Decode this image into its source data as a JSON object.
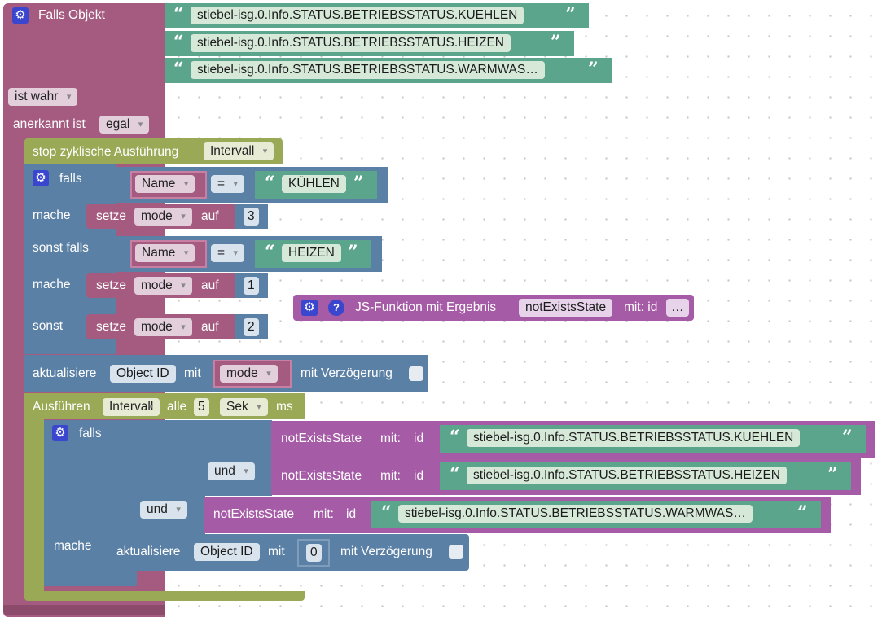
{
  "trigger": {
    "title": "Falls Objekt",
    "ids": [
      "stiebel-isg.0.Info.STATUS.BETRIEBSSTATUS.KUEHLEN",
      "stiebel-isg.0.Info.STATUS.BETRIEBSSTATUS.HEIZEN",
      "stiebel-isg.0.Info.STATUS.BETRIEBSSTATUS.WARMWAS…"
    ],
    "condition_value": "ist wahr",
    "ack_label": "anerkannt ist",
    "ack_value": "egal"
  },
  "stop_block": {
    "label": "stop zyklische Ausführung",
    "timer": "Intervall"
  },
  "if_block": {
    "falls": "falls",
    "mache": "mache",
    "sonst_falls": "sonst falls",
    "sonst": "sonst",
    "cond_var": "Name",
    "op": "=",
    "cmp1": "KÜHLEN",
    "cmp2": "HEIZEN",
    "set_label": "setze",
    "set_var": "mode",
    "auf": "auf",
    "val1": "3",
    "val2": "1",
    "val3": "2"
  },
  "js_function": {
    "label": "JS-Funktion mit Ergebnis",
    "name": "notExistsState",
    "mit": "mit: id",
    "more": "…"
  },
  "update1": {
    "label": "aktualisiere",
    "id": "Object ID",
    "mit": "mit",
    "var": "mode",
    "delay": "mit Verzögerung"
  },
  "interval": {
    "label": "Ausführen",
    "timer": "Intervall",
    "alle": "alle",
    "amount": "5",
    "unit": "Sek",
    "ms": "ms"
  },
  "inner_if": {
    "falls": "falls",
    "mache": "mache",
    "und": "und",
    "fn": "notExistsState",
    "mit": "mit:",
    "id": "id",
    "ids": [
      "stiebel-isg.0.Info.STATUS.BETRIEBSSTATUS.KUEHLEN",
      "stiebel-isg.0.Info.STATUS.BETRIEBSSTATUS.HEIZEN",
      "stiebel-isg.0.Info.STATUS.BETRIEBSSTATUS.WARMWAS…"
    ]
  },
  "update2": {
    "label": "aktualisiere",
    "id": "Object ID",
    "mit": "mit",
    "value": "0",
    "delay": "mit Verzögerung"
  },
  "icons": {
    "gear": "gear-icon",
    "help": "help-icon",
    "quote_open": "“",
    "quote_close": "”"
  },
  "colors": {
    "event": "#a55b80",
    "timer": "#9aa955",
    "logic": "#5b80a5",
    "text": "#5ba58c",
    "function": "#a55ba5",
    "gear": "#3b46cf"
  }
}
